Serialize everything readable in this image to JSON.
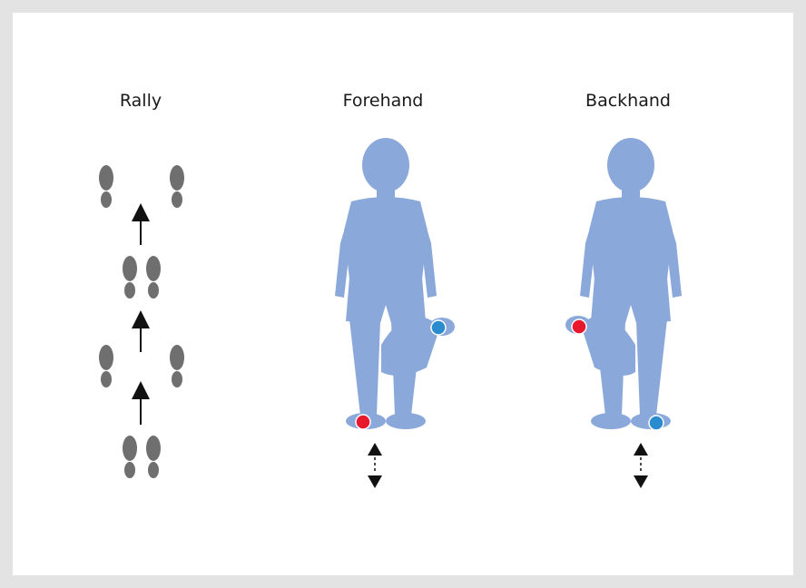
{
  "panels": [
    {
      "title": "Rally"
    },
    {
      "title": "Forehand"
    },
    {
      "title": "Backhand"
    }
  ],
  "colors": {
    "background": "#e3e3e3",
    "card": "#ffffff",
    "figure": "#8aa8da",
    "footprint": "#6f6f6f",
    "arrow": "#111111",
    "ball_red": "#e8192c",
    "ball_blue": "#2a8ccf"
  },
  "icons": [
    "footprint-icon",
    "arrow-up-icon",
    "double-arrow-icon",
    "ball-icon",
    "person-silhouette-icon"
  ]
}
